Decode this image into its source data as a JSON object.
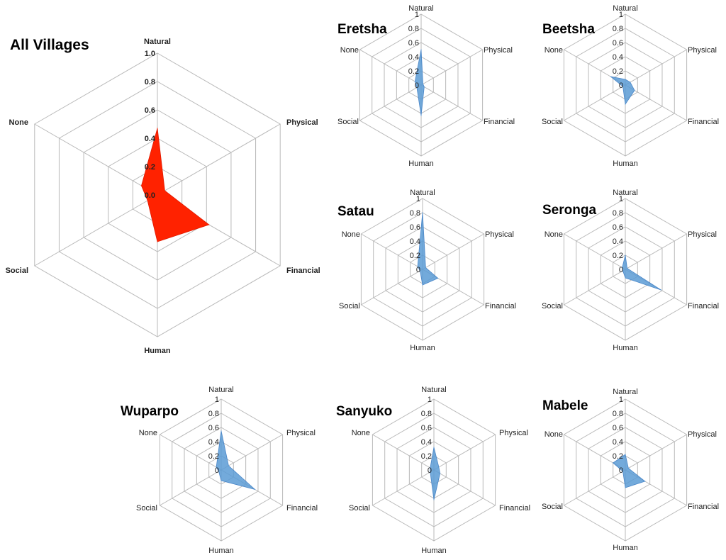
{
  "chart_data": [
    {
      "type": "radar",
      "title": "All Villages",
      "axes": [
        "Natural",
        "Physical",
        "Financial",
        "Human",
        "Social",
        "None"
      ],
      "tick_labels": [
        "0.0",
        "0.2",
        "0.4",
        "0.6",
        "0.8",
        "1.0"
      ],
      "rlim": [
        0,
        1
      ],
      "series": [
        {
          "values": [
            0.47,
            0.06,
            0.42,
            0.33,
            0.08,
            0.13
          ]
        }
      ],
      "color": "#ff2200",
      "grid": true
    },
    {
      "type": "radar",
      "title": "Eretsha",
      "axes": [
        "Natural",
        "Physical",
        "Financial",
        "Human",
        "Social",
        "None"
      ],
      "tick_labels": [
        "0",
        "0.2",
        "0.4",
        "0.6",
        "0.8",
        "1"
      ],
      "rlim": [
        0,
        1
      ],
      "series": [
        {
          "values": [
            0.5,
            0.03,
            0.05,
            0.43,
            0.07,
            0.1
          ]
        }
      ],
      "color": "#5b9bd5",
      "grid": true
    },
    {
      "type": "radar",
      "title": "Beetsha",
      "axes": [
        "Natural",
        "Physical",
        "Financial",
        "Human",
        "Social",
        "None"
      ],
      "tick_labels": [
        "0",
        "0.2",
        "0.4",
        "0.6",
        "0.8",
        "1"
      ],
      "rlim": [
        0,
        1
      ],
      "series": [
        {
          "values": [
            0.08,
            0.08,
            0.15,
            0.27,
            0.04,
            0.24
          ]
        }
      ],
      "color": "#5b9bd5",
      "grid": true
    },
    {
      "type": "radar",
      "title": "Satau",
      "axes": [
        "Natural",
        "Physical",
        "Financial",
        "Human",
        "Social",
        "None"
      ],
      "tick_labels": [
        "0",
        "0.2",
        "0.4",
        "0.6",
        "0.8",
        "1"
      ],
      "rlim": [
        0,
        1
      ],
      "series": [
        {
          "values": [
            0.8,
            0.05,
            0.25,
            0.22,
            0.04,
            0.08
          ]
        }
      ],
      "color": "#5b9bd5",
      "grid": true
    },
    {
      "type": "radar",
      "title": "Seronga",
      "axes": [
        "Natural",
        "Physical",
        "Financial",
        "Human",
        "Social",
        "None"
      ],
      "tick_labels": [
        "0",
        "0.2",
        "0.4",
        "0.6",
        "0.8",
        "1"
      ],
      "rlim": [
        0,
        1
      ],
      "series": [
        {
          "values": [
            0.2,
            0.03,
            0.58,
            0.12,
            0.04,
            0.05
          ]
        }
      ],
      "color": "#5b9bd5",
      "grid": true
    },
    {
      "type": "radar",
      "title": "Wuparpo",
      "axes": [
        "Natural",
        "Physical",
        "Financial",
        "Human",
        "Social",
        "None"
      ],
      "tick_labels": [
        "0",
        "0.2",
        "0.4",
        "0.6",
        "0.8",
        "1"
      ],
      "rlim": [
        0,
        1
      ],
      "series": [
        {
          "values": [
            0.55,
            0.12,
            0.55,
            0.15,
            0.04,
            0.08
          ]
        }
      ],
      "color": "#5b9bd5",
      "grid": true
    },
    {
      "type": "radar",
      "title": "Sanyuko",
      "axes": [
        "Natural",
        "Physical",
        "Financial",
        "Human",
        "Social",
        "None"
      ],
      "tick_labels": [
        "0",
        "0.2",
        "0.4",
        "0.6",
        "0.8",
        "1"
      ],
      "rlim": [
        0,
        1
      ],
      "series": [
        {
          "values": [
            0.32,
            0.08,
            0.1,
            0.42,
            0.06,
            0.06
          ]
        }
      ],
      "color": "#5b9bd5",
      "grid": true
    },
    {
      "type": "radar",
      "title": "Mabele",
      "axes": [
        "Natural",
        "Physical",
        "Financial",
        "Human",
        "Social",
        "None"
      ],
      "tick_labels": [
        "0",
        "0.2",
        "0.4",
        "0.6",
        "0.8",
        "1"
      ],
      "rlim": [
        0,
        1
      ],
      "series": [
        {
          "values": [
            0.22,
            0.05,
            0.32,
            0.25,
            0.04,
            0.2
          ]
        }
      ],
      "color": "#5b9bd5",
      "grid": true
    }
  ]
}
